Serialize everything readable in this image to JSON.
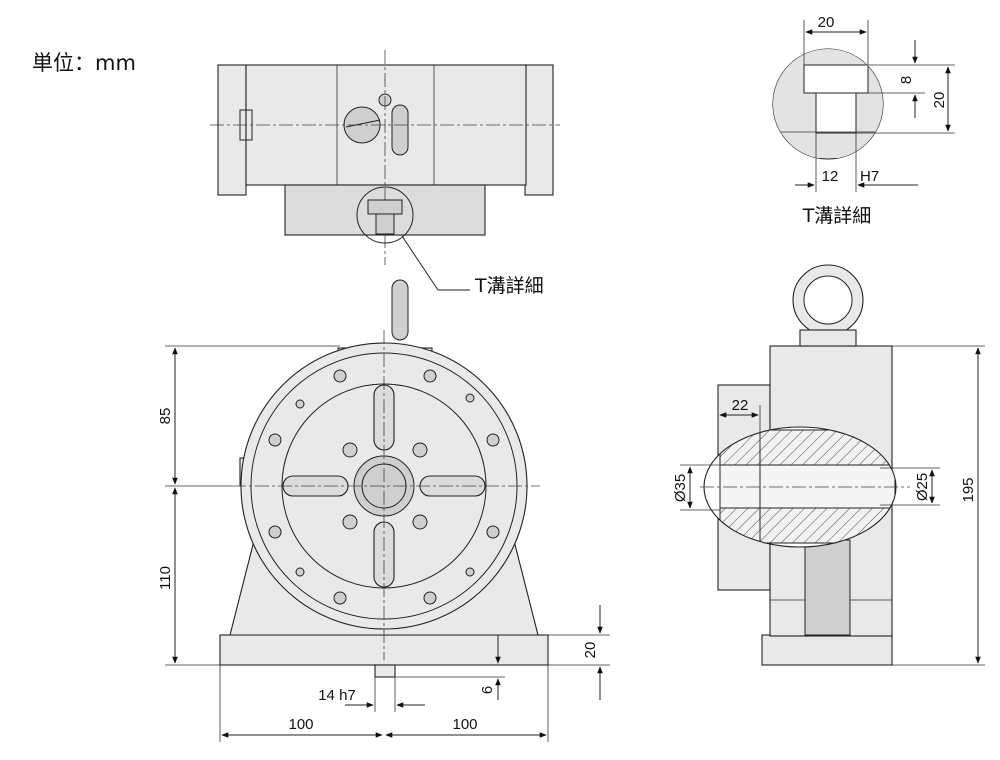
{
  "unit_label": "単位：mm",
  "detail_label_top": "T溝詳細",
  "detail_label_callout": "T溝詳細",
  "dimensions": {
    "slot_width_top": "20",
    "slot_depth": "8",
    "slot_height": "20",
    "slot_fit": "12",
    "slot_fit_tol": "H7",
    "center_height_upper": "85",
    "center_height_lower": "110",
    "base_height": "20",
    "key_depth": "6",
    "key_width": "14 h7",
    "half_width_left": "100",
    "half_width_right": "100",
    "side_offset": "22",
    "bore_outer": "Ø35",
    "bore_inner": "Ø25",
    "overall_height": "195"
  },
  "colors": {
    "body": "#e9e9e9",
    "outline": "#222222",
    "hole": "#cfcfcf",
    "background": "#ffffff"
  }
}
